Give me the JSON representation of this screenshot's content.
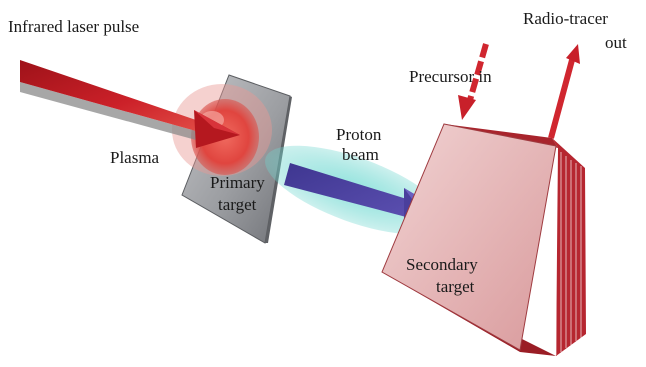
{
  "labels": {
    "laser": "Infrared laser pulse",
    "plasma": "Plasma",
    "primary_line1": "Primary",
    "primary_line2": "target",
    "proton_line1": "Proton",
    "proton_line2": "beam",
    "precursor": "Precursor in",
    "tracer_line1": "Radio-tracer",
    "tracer_line2": "out",
    "secondary_line1": "Secondary",
    "secondary_line2": "target"
  },
  "colors": {
    "laser": "#c8202a",
    "plasma": "#e0453f",
    "primary_target": "#8e9094",
    "proton_beam": "#4b3f9a",
    "proton_halo": "#6fd6cf",
    "secondary_target": "#e6b4b4",
    "secondary_edges": "#b8262f",
    "flow_arrows": "#d0262f"
  }
}
